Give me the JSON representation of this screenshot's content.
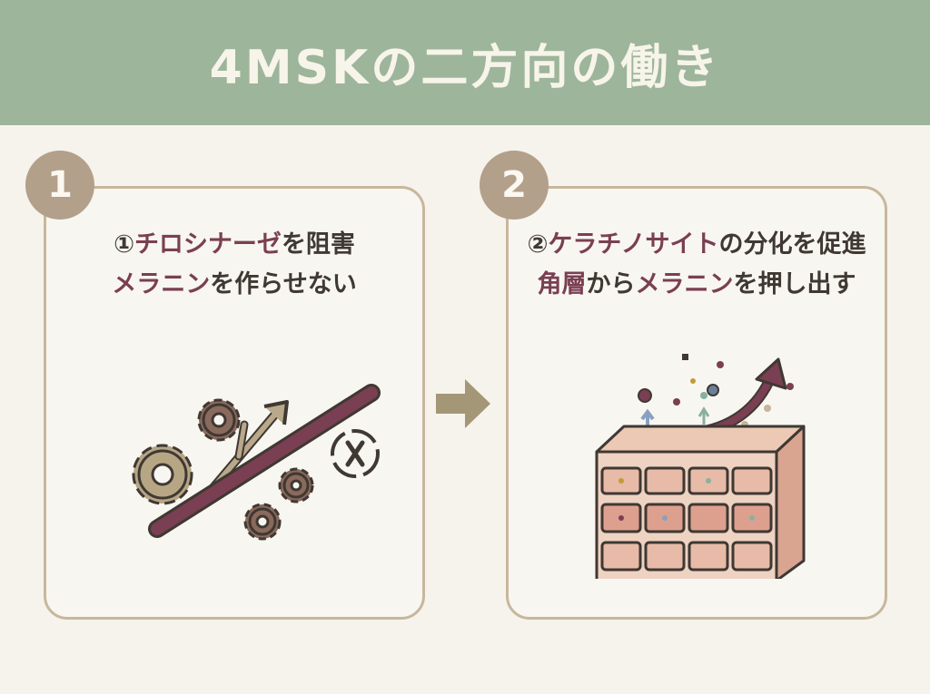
{
  "header": {
    "title": "4MSKの二方向の働き"
  },
  "steps": [
    {
      "number": "1",
      "line1": {
        "prefix": "①",
        "highlight": "チロシナーゼ",
        "suffix": "を阻害"
      },
      "line2": {
        "highlight": "メラニン",
        "suffix": "を作らせない"
      }
    },
    {
      "number": "2",
      "line1": {
        "prefix": "②",
        "highlight": "ケラチノサイト",
        "suffix": "の分化を促進"
      },
      "line2": {
        "highlight1": "角層",
        "middle": "から",
        "highlight2": "メラニン",
        "suffix": "を押し出す"
      }
    }
  ],
  "icons": {
    "step1": [
      "gear-icon",
      "blocked-arrow-icon",
      "prohibit-icon",
      "bar-icon"
    ],
    "step2": [
      "skin-layer-icon",
      "melanin-particles-icon",
      "upward-arrow-icon"
    ],
    "flow": "right-arrow-icon"
  },
  "colors": {
    "header_bg": "#9db59a",
    "highlight": "#7a3f52",
    "card_border": "#c8b79d",
    "badge": "#b3a08a",
    "arrow": "#a39777"
  }
}
